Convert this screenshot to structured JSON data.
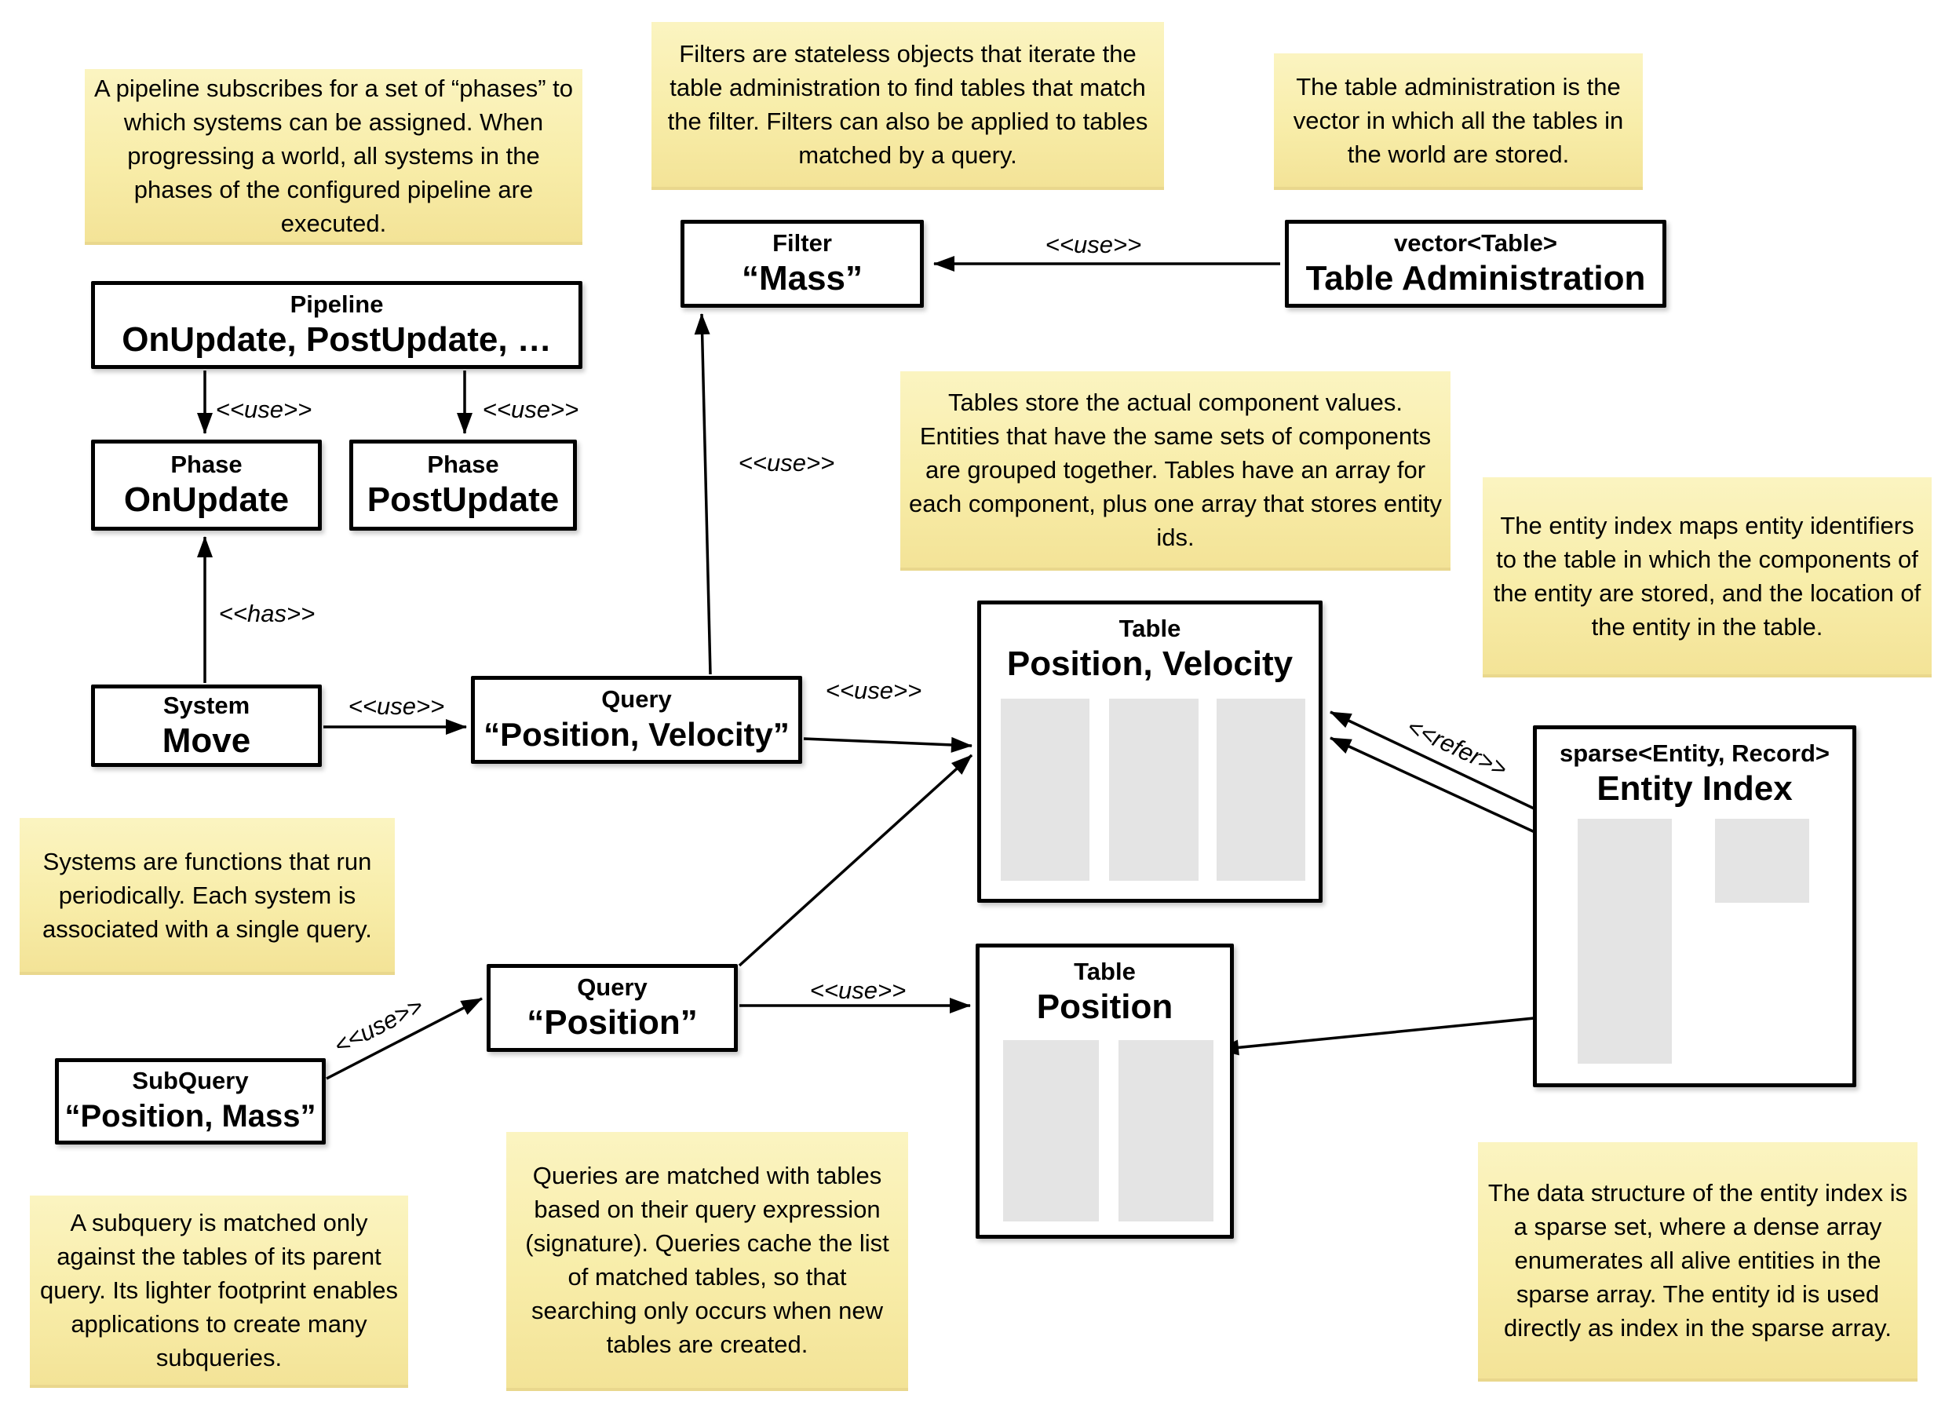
{
  "diagram_title": "ECS world architecture diagram (pipelines, systems, queries, filters, tables, entity index)",
  "colors": {
    "background": "#FFFFFF",
    "note_yellow_top": "#FBF4C1",
    "note_yellow_bottom": "#F3E397",
    "note_edge": "#E9D78D",
    "box_border": "#000000",
    "gray_array_fill": "#E4E4E4",
    "line": "#000000"
  },
  "notes": {
    "pipeline": {
      "text": "A pipeline subscribes for a set of “phases” to which systems can be assigned. When progressing a world, all systems in the phases of the configured pipeline are executed."
    },
    "filters": {
      "text": "Filters are stateless objects that iterate the table administration to find tables that match the filter. Filters can also be applied to tables matched by a query."
    },
    "table_admin": {
      "text": "The table administration is the vector in which all the tables in the world are stored."
    },
    "tables": {
      "text": "Tables store the actual component values. Entities that have the same sets of components are grouped together. Tables have an array for each component, plus one array that stores entity ids."
    },
    "entity_index": {
      "text": "The entity index maps entity identifiers to the table in which the components of the entity are stored, and the location of the entity in the table."
    },
    "systems": {
      "text": "Systems are functions that run periodically. Each system is associated with a single query."
    },
    "queries": {
      "text": "Queries are matched with tables based on their query expression (signature). Queries cache the list of matched tables, so that searching only occurs when new tables are created."
    },
    "subquery": {
      "text": "A subquery is matched only against the tables of its parent query. Its lighter footprint enables applications to create many subqueries."
    },
    "sparse_set": {
      "text": "The data structure of the entity index is a sparse set, where a dense array enumerates all alive entities in the sparse array. The entity id is used directly as index in the sparse array."
    }
  },
  "boxes": {
    "pipeline": {
      "title": "Pipeline",
      "value": "OnUpdate, PostUpdate, …"
    },
    "phase_onupdate": {
      "title": "Phase",
      "value": "OnUpdate"
    },
    "phase_postupdate": {
      "title": "Phase",
      "value": "PostUpdate"
    },
    "system_move": {
      "title": "System",
      "value": "Move"
    },
    "query_posvel": {
      "title": "Query",
      "value": "“Position, Velocity”"
    },
    "filter_mass": {
      "title": "Filter",
      "value": "“Mass”"
    },
    "table_admin": {
      "title": "vector<Table>",
      "value": "Table Administration"
    },
    "table_posvel": {
      "title": "Table",
      "value": "Position, Velocity"
    },
    "table_position": {
      "title": "Table",
      "value": "Position"
    },
    "entity_index": {
      "title": "sparse<Entity, Record>",
      "value": "Entity Index"
    },
    "subquery": {
      "title": "SubQuery",
      "value": "“Position, Mass”"
    },
    "query_position": {
      "title": "Query",
      "value": "“Position”"
    }
  },
  "edge_labels": {
    "use": "<<use>>",
    "has": "<<has>>",
    "refer": "<<refer>>"
  }
}
